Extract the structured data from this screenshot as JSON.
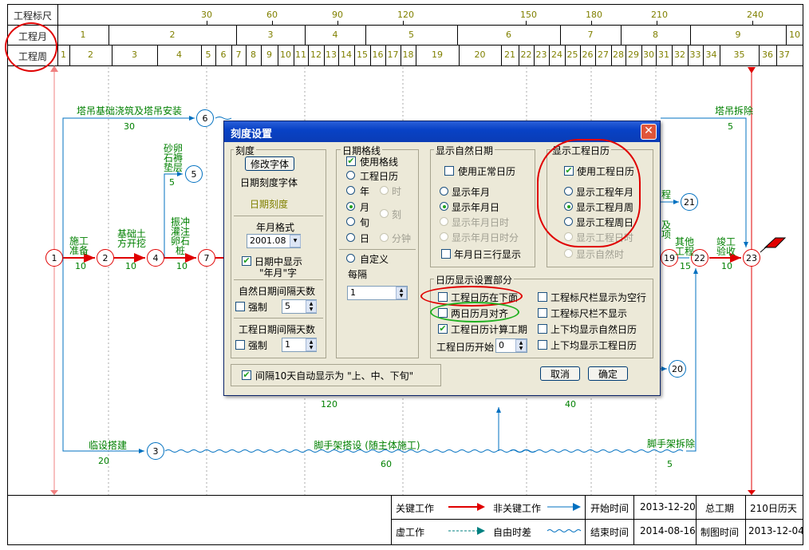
{
  "header": {
    "label_scale": "工程标尺",
    "label_month": "工程月",
    "label_week": "工程周",
    "scale_ticks": [
      "30",
      "60",
      "90",
      "120",
      "150",
      "180",
      "210",
      "240"
    ],
    "months": [
      "1",
      "2",
      "3",
      "4",
      "5",
      "6",
      "7",
      "8",
      "9",
      "10"
    ],
    "weeks": [
      "1",
      "2",
      "3",
      "4",
      "5",
      "6",
      "7",
      "8",
      "9",
      "10",
      "11",
      "12",
      "13",
      "14",
      "15",
      "16",
      "17",
      "18",
      "19",
      "20",
      "21",
      "22",
      "23",
      "24",
      "25",
      "26",
      "27",
      "28",
      "29",
      "30",
      "31",
      "32",
      "33",
      "34",
      "35",
      "36",
      "37"
    ]
  },
  "network": {
    "nodes": [
      "1",
      "2",
      "4",
      "7",
      "6",
      "5",
      "3",
      "19",
      "22",
      "23",
      "21",
      "20"
    ],
    "tasks": {
      "t1": {
        "name": "施工准备",
        "dur": "10"
      },
      "t2": {
        "name": "基础土方开挖",
        "dur": "10"
      },
      "t3": {
        "name": "振冲灌注卵石桩",
        "dur": "10"
      },
      "t4": {
        "name": "塔吊基础浇筑及塔吊安装",
        "dur": "30"
      },
      "t5": {
        "name": "砂卵石褥垫层",
        "dur": "5"
      },
      "t6": {
        "name": "临设搭建",
        "dur": "20"
      },
      "t7": {
        "name": "脚手架搭设 (随主体施工)",
        "dur": "60"
      },
      "t8": {
        "name": "塔吊拆除",
        "dur": "5"
      },
      "t9": {
        "name": "竣工验收",
        "dur": "10"
      },
      "t10": {
        "name": "脚手架拆除",
        "dur": "5"
      },
      "t11": {
        "name": "其他工程",
        "dur": "15"
      },
      "t12": {
        "name": "程",
        "dur": ""
      },
      "t13": {
        "name": "及项",
        "dur": ""
      },
      "t14": {
        "name": "",
        "dur": "120"
      },
      "t15": {
        "name": "",
        "dur": "40"
      }
    }
  },
  "legend": {
    "key_work": "关键工作",
    "nonkey_work": "非关键工作",
    "dummy_work": "虚工作",
    "free_float": "自由时差",
    "start_label": "开始时间",
    "start_value": "2013-12-20",
    "end_label": "结束时间",
    "end_value": "2014-08-16",
    "total_label": "总工期",
    "total_value": "210日历天",
    "draw_label": "制图时间",
    "draw_value": "2013-12-04"
  },
  "dialog": {
    "title": "刻度设置",
    "scale": {
      "group": "刻度",
      "font_btn": "修改字体",
      "date_font": "日期刻度字体",
      "date_scale": "日期刻度",
      "ym_group": "年月格式",
      "ym_value": "2001.08",
      "show_ym": "日期中显示",
      "show_ym2": "\"年月\"字",
      "nat_group": "自然日期间隔天数",
      "force": "强制",
      "nat_value": "5",
      "proj_group": "工程日期间隔天数",
      "proj_value": "1"
    },
    "grid": {
      "group": "日期格线",
      "use_grid": "使用格线",
      "proj_cal": "工程日历",
      "year": "年",
      "hour": "时",
      "month": "月",
      "carve": "刻",
      "xun": "旬",
      "day": "日",
      "minute": "分钟",
      "custom": "自定义",
      "every": "每隔",
      "every_value": "1"
    },
    "natural": {
      "group": "显示自然日期",
      "use_normal": "使用正常日历",
      "opt1": "显示年月",
      "opt2": "显示年月日",
      "opt3": "显示年月日时",
      "opt4": "显示年月日时分",
      "three_row": "年月日三行显示"
    },
    "project": {
      "group": "显示工程日历",
      "use_proj": "使用工程日历",
      "opt1": "显示工程年月",
      "opt2": "显示工程月周",
      "opt3": "显示工程周日",
      "opt4": "显示工程日时",
      "opt5": "显示自然时"
    },
    "calendar": {
      "group": "日历显示设置部分",
      "below": "工程日历在下面",
      "align": "两日历月对齐",
      "calc": "工程日历计算工期",
      "start": "工程日历开始",
      "start_value": "0",
      "r1": "工程标尺栏显示为空行",
      "r2": "工程标尺栏不显示",
      "r3": "上下均显示自然日历",
      "r4": "上下均显示工程日历"
    },
    "auto_xun": "间隔10天自动显示为 \"上、中、下旬\"",
    "cancel": "取消",
    "ok": "确定"
  }
}
